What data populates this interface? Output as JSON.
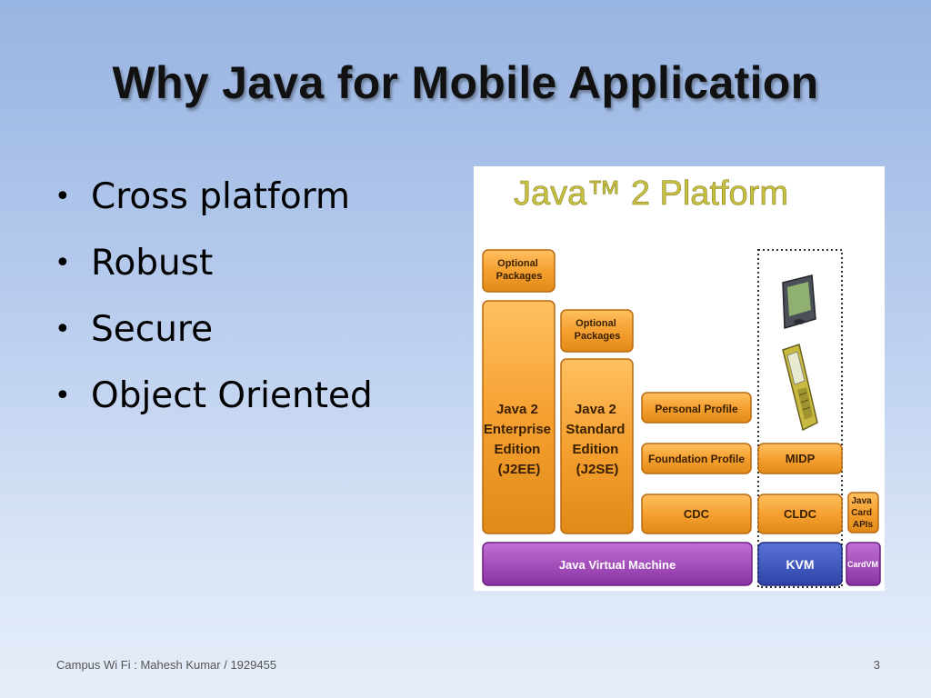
{
  "slide": {
    "title": "Why Java for Mobile Application",
    "bullets": [
      "Cross platform",
      "Robust",
      "Secure",
      "Object Oriented"
    ],
    "footer": "Campus Wi Fi : Mahesh Kumar / 1929455",
    "page_number": "3"
  },
  "diagram": {
    "title": "Java™ 2 Platform",
    "boxes": {
      "ee_optional": [
        "Optional",
        "Packages"
      ],
      "se_optional": [
        "Optional",
        "Packages"
      ],
      "j2ee": [
        "Java 2",
        "Enterprise",
        "Edition",
        "(J2EE)"
      ],
      "j2se": [
        "Java 2",
        "Standard",
        "Edition",
        "(J2SE)"
      ],
      "personal_profile": "Personal Profile",
      "foundation_profile": "Foundation Profile",
      "cdc": "CDC",
      "midp": "MIDP",
      "cldc": "CLDC",
      "javacard_apis": [
        "Java",
        "Card",
        "APIs"
      ],
      "jvm": "Java Virtual Machine",
      "kvm": "KVM",
      "cardvm": "CardVM"
    },
    "colors": {
      "orange_box": "#f5a030",
      "purple_bar": "#a24ab8",
      "blue_bar": "#3f58c0",
      "title_text": "#c8c040"
    }
  }
}
